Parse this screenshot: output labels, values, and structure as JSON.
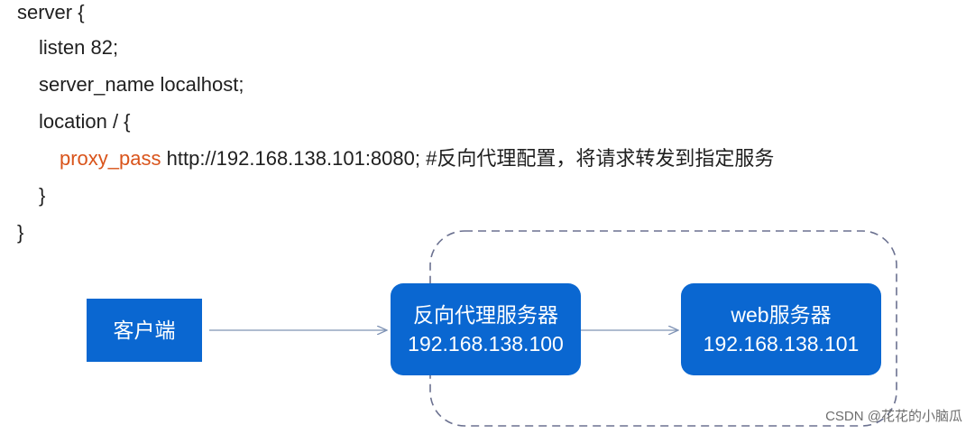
{
  "code": {
    "line1": "server {",
    "line2": "listen 82;",
    "line3": "server_name localhost;",
    "line4": "location / {",
    "line5_keyword": "proxy_pass",
    "line5_rest": " http://192.168.138.101:8080; #反向代理配置，将请求转发到指定服务",
    "line6": "}",
    "line7": "}"
  },
  "diagram": {
    "client_label": "客户端",
    "proxy_title": "反向代理服务器",
    "proxy_ip": "192.168.138.100",
    "web_title": "web服务器",
    "web_ip": "192.168.138.101"
  },
  "colors": {
    "box_fill": "#0a67d1",
    "keyword": "#d9541b",
    "dashed_border": "#6b7190",
    "arrow": "#7f93b5"
  },
  "watermark": "CSDN @花花的小脑瓜"
}
